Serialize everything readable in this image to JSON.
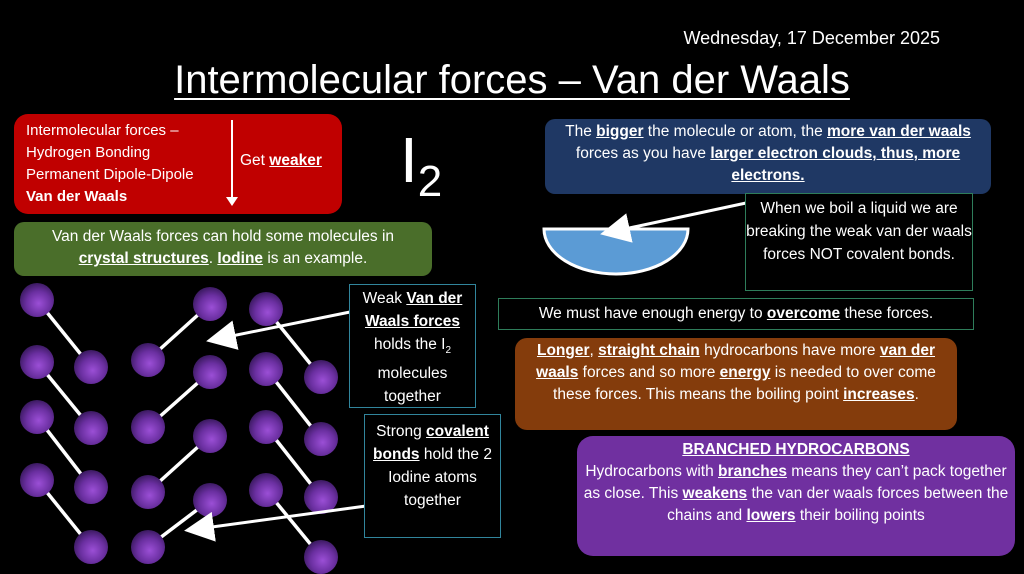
{
  "header": {
    "date": "Wednesday, 17 December 2025",
    "title": "Intermolecular forces – Van der Waals"
  },
  "strength_box": {
    "items": [
      "Intermolecular forces –",
      "Hydrogen Bonding",
      "Permanent Dipole-Dipole",
      "Van der Waals"
    ],
    "arrow_label_prefix": "Get ",
    "arrow_label_emphasis": "weaker",
    "color": "#c00000"
  },
  "crystal_box": {
    "line1": "Van der Waals forces can hold some molecules in",
    "emph1": "crystal structures",
    "sep": ". ",
    "emph2": "Iodine",
    "tail": " is an example.",
    "color": "#4a6e2a"
  },
  "formula": {
    "symbol": "I",
    "subscript": "2"
  },
  "size_box": {
    "p1": "The ",
    "e1": "bigger",
    "p2": " the molecule or atom, the ",
    "e2": "more van der waals",
    "p3": " forces as you have ",
    "e3": "larger electron clouds, thus, more electrons.",
    "color": "#1f3864"
  },
  "boil_box": {
    "text": "When we boil a liquid we are breaking the weak van der waals forces NOT covalent bonds."
  },
  "energy_box": {
    "p1": "We must have enough energy to ",
    "e1": "overcome",
    "p2": " these forces."
  },
  "chain_box": {
    "e1": "Longer",
    "p1": ", ",
    "e2": "straight chain",
    "p2": " hydrocarbons have more ",
    "e3": "van der waals",
    "p3": " forces and so more ",
    "e4": "energy",
    "p4": " is needed to over come these forces. This means the boiling point ",
    "e5": "increases",
    "p5": ".",
    "color": "#843c0c"
  },
  "branched_box": {
    "heading": "BRANCHED HYDROCARBONS",
    "p1": "Hydrocarbons with ",
    "e1": "branches",
    "p2": " means they can’t pack together as close. This ",
    "e2": "weakens",
    "p3": " the van der waals forces between the chains and ",
    "e3": "lowers",
    "p4": " their boiling points",
    "color": "#7030a0"
  },
  "weak_callout": {
    "p1": "Weak ",
    "e1": "Van der Waals forces",
    "p2": " holds the I",
    "sub": "2",
    "p3": " molecules together"
  },
  "strong_callout": {
    "p1": "Strong ",
    "e1": "covalent bonds",
    "p2": " hold the 2 Iodine atoms together"
  },
  "colors": {
    "atom": "#7b3fb5",
    "beaker": "#5b9bd5",
    "callout_border": "#31859c",
    "box_border": "#2e7d5a"
  }
}
